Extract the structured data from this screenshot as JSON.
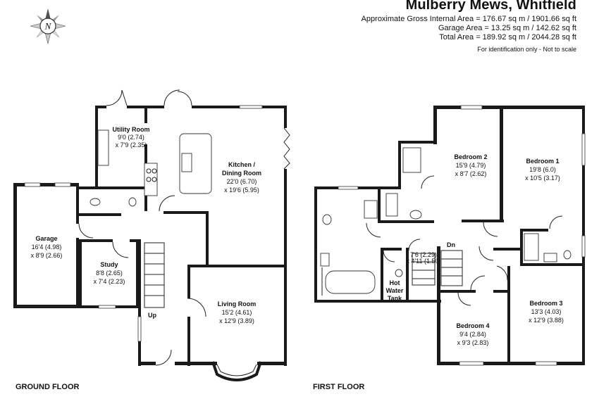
{
  "header": {
    "title": "Mulberry Mews, Whitfield",
    "gross_area": "Approximate Gross Internal Area = 176.67 sq m / 1901.66 sq ft",
    "garage_area": "Garage Area = 13.25 sq m / 142.62 sq ft",
    "total_area": "Total Area = 189.92 sq m / 2044.28 sq ft",
    "note": "For identification only - Not to scale"
  },
  "compass": {
    "letter": "N",
    "icon": "compass-icon"
  },
  "ground_floor": {
    "label": "GROUND FLOOR",
    "utility": {
      "name": "Utility Room",
      "dim1": "9'0 (2.74)",
      "dim2": "x 7'9 (2.35)"
    },
    "kitchen": {
      "name1": "Kitchen /",
      "name2": "Dining Room",
      "dim1": "22'0 (6.70)",
      "dim2": "x 19'6 (5.95)"
    },
    "garage": {
      "name": "Garage",
      "dim1": "16'4 (4.98)",
      "dim2": "x 8'9 (2.66)"
    },
    "study": {
      "name": "Study",
      "dim1": "8'8 (2.65)",
      "dim2": "x 7'4 (2.23)"
    },
    "living": {
      "name": "Living Room",
      "dim1": "15'2 (4.61)",
      "dim2": "x 12'9 (3.89)"
    },
    "stairs": "Up"
  },
  "first_floor": {
    "label": "FIRST FLOOR",
    "bedroom1": {
      "name": "Bedroom 1",
      "dim1": "19'8 (6.0)",
      "dim2": "x 10'5 (3.17)"
    },
    "bedroom2": {
      "name": "Bedroom 2",
      "dim1": "15'9 (4.79)",
      "dim2": "x 8'7 (2.62)"
    },
    "bedroom3": {
      "name": "Bedroom 3",
      "dim1": "13'3 (4.03)",
      "dim2": "x 12'9 (3.88)"
    },
    "bedroom4": {
      "name": "Bedroom 4",
      "dim1": "9'4 (2.84)",
      "dim2": "x 9'3 (2.83)"
    },
    "landing": {
      "dim1": "7'6 (2.29)",
      "dim2": "x 4'11 (1.50)"
    },
    "tank": {
      "l1": "Hot",
      "l2": "Water",
      "l3": "Tank"
    },
    "stairs": "Dn"
  }
}
